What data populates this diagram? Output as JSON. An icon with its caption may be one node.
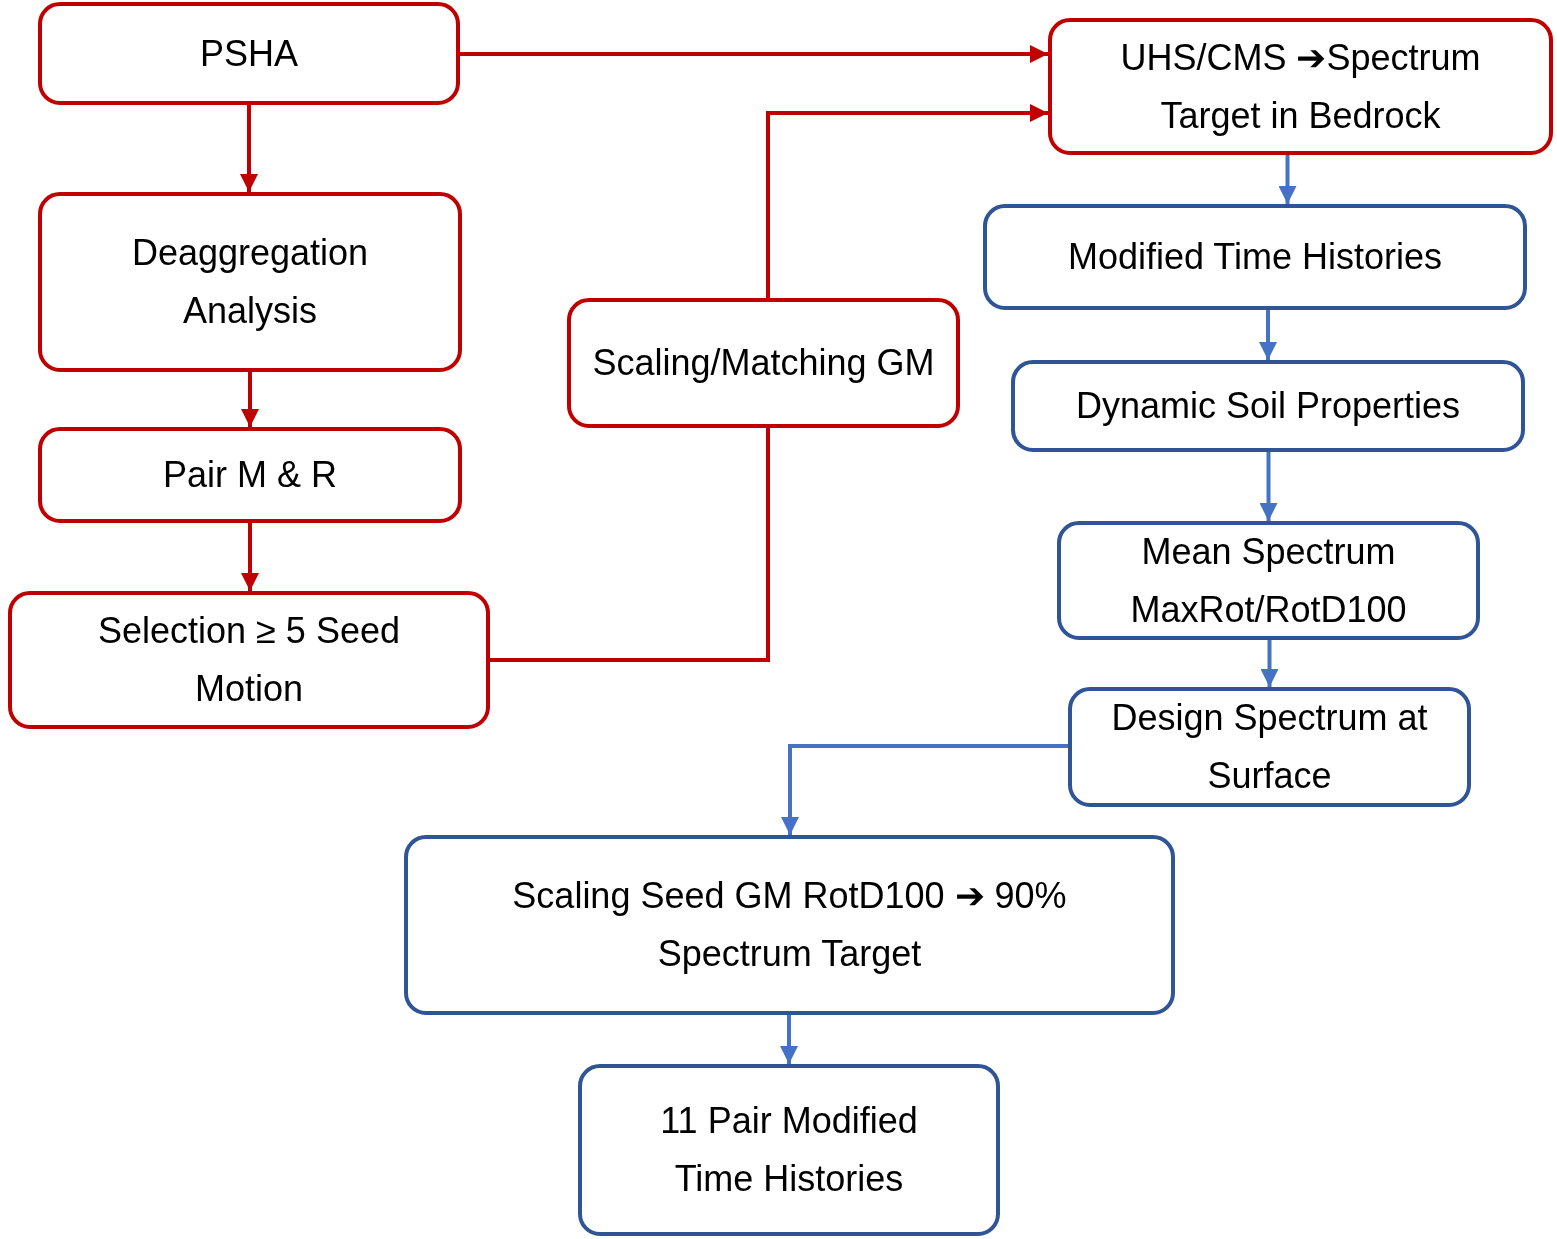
{
  "diagram": {
    "nodes": [
      {
        "text": [
          "PSHA"
        ]
      },
      {
        "text": [
          "UHS/CMS ➔Spectrum Target in Bedrock"
        ]
      },
      {
        "text": [
          "Deaggregation Analysis"
        ]
      },
      {
        "text": [
          "Scaling/Matching GM"
        ]
      },
      {
        "text": [
          "Modified Time Histories"
        ]
      },
      {
        "text": [
          "Pair M & R"
        ]
      },
      {
        "text": [
          "Dynamic Soil Properties"
        ]
      },
      {
        "text": [
          "Mean Spectrum MaxRot/RotD100"
        ]
      },
      {
        "text": [
          "Selection ≥ 5 Seed Motion"
        ]
      },
      {
        "text": [
          "Design Spectrum at Surface"
        ]
      },
      {
        "text": [
          "Scaling Seed GM RotD100 ➔ 90% Spectrum Target"
        ]
      },
      {
        "text": [
          "11 Pair Modified Time Histories"
        ]
      }
    ],
    "edges": [
      {
        "from": 0,
        "to": 1,
        "arrow": "to"
      },
      {
        "from": 0,
        "to": 2,
        "arrow": "to"
      },
      {
        "from": 2,
        "to": 5,
        "arrow": "to"
      },
      {
        "from": 5,
        "to": 8,
        "arrow": "to"
      },
      {
        "from": 8,
        "to": 3,
        "arrow": "none"
      },
      {
        "from": 3,
        "to": 1,
        "arrow": "to"
      },
      {
        "from": 1,
        "to": 4,
        "arrow": "to",
        "color": "#4472c4"
      },
      {
        "from": 4,
        "to": 6,
        "arrow": "to",
        "color": "#4472c4"
      },
      {
        "from": 6,
        "to": 7,
        "arrow": "to",
        "color": "#4472c4"
      },
      {
        "from": 7,
        "to": 9,
        "arrow": "to",
        "color": "#4472c4"
      },
      {
        "from": 9,
        "to": 10,
        "arrow": "to",
        "color": "#4472c4"
      },
      {
        "from": 10,
        "to": 11,
        "arrow": "to",
        "color": "#4472c4"
      }
    ]
  }
}
